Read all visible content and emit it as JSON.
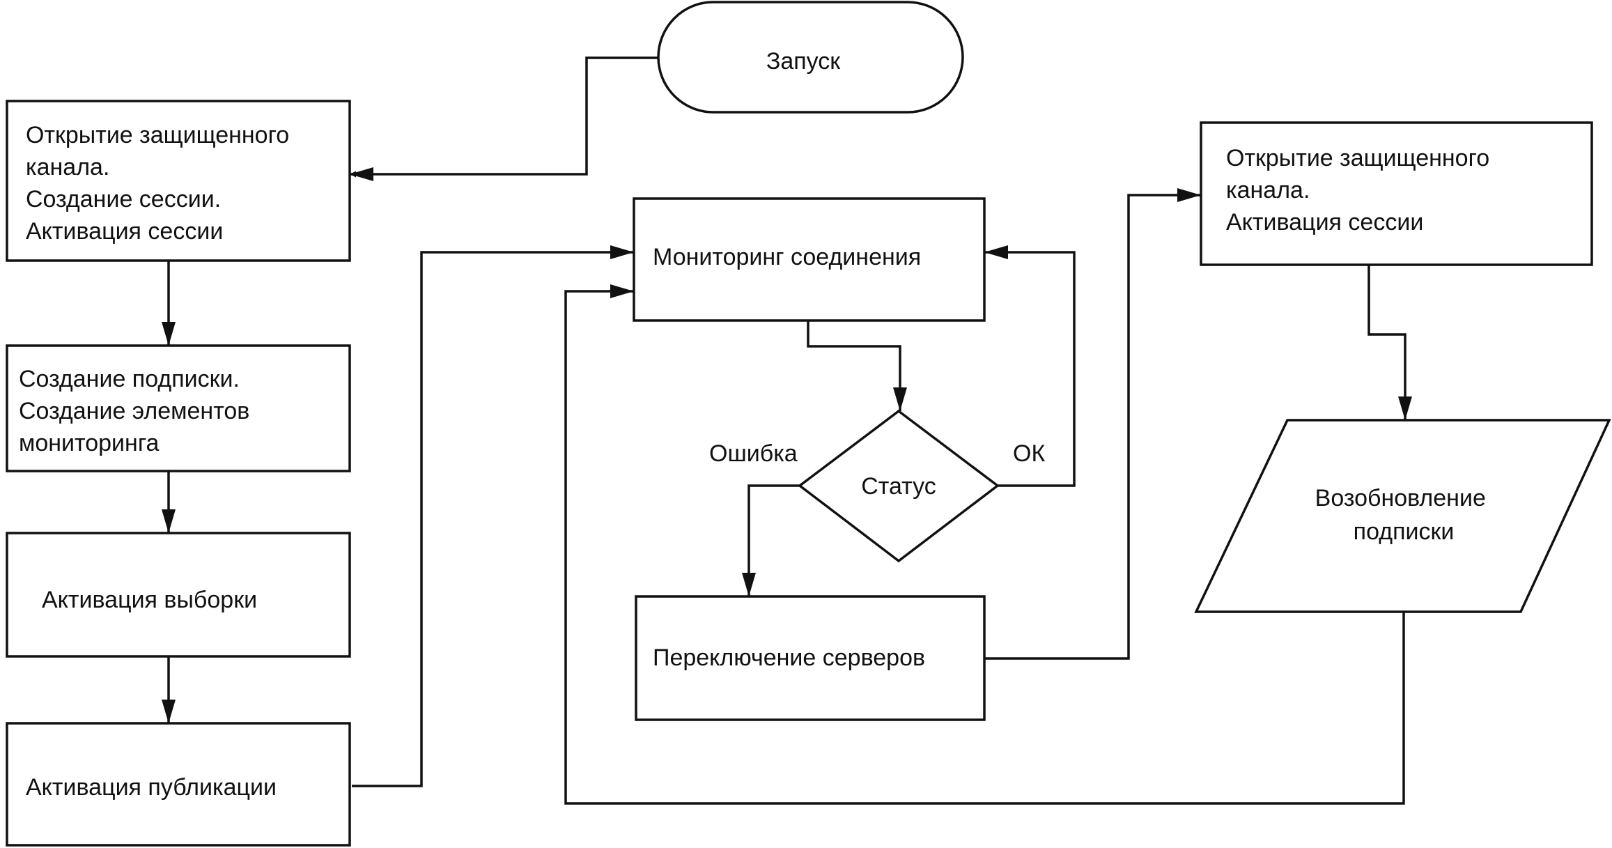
{
  "nodes": {
    "start": "Запуск",
    "open_left": [
      "Открытие защищенного",
      "канала.",
      "Создание сессии.",
      "Активация сессии"
    ],
    "subscription": [
      "Создание подписки.",
      "Создание элементов",
      "мониторинга"
    ],
    "sampling": "Активация выборки",
    "publishing": "Активация публикации",
    "monitoring": "Мониторинг соединения",
    "status": "Статус",
    "switch": "Переключение серверов",
    "open_right": [
      "Открытие защищенного",
      "канала.",
      "Активация сессии"
    ],
    "resume": [
      "Возобновление",
      "подписки"
    ]
  },
  "labels": {
    "error": "Ошибка",
    "ok": "ОК"
  }
}
